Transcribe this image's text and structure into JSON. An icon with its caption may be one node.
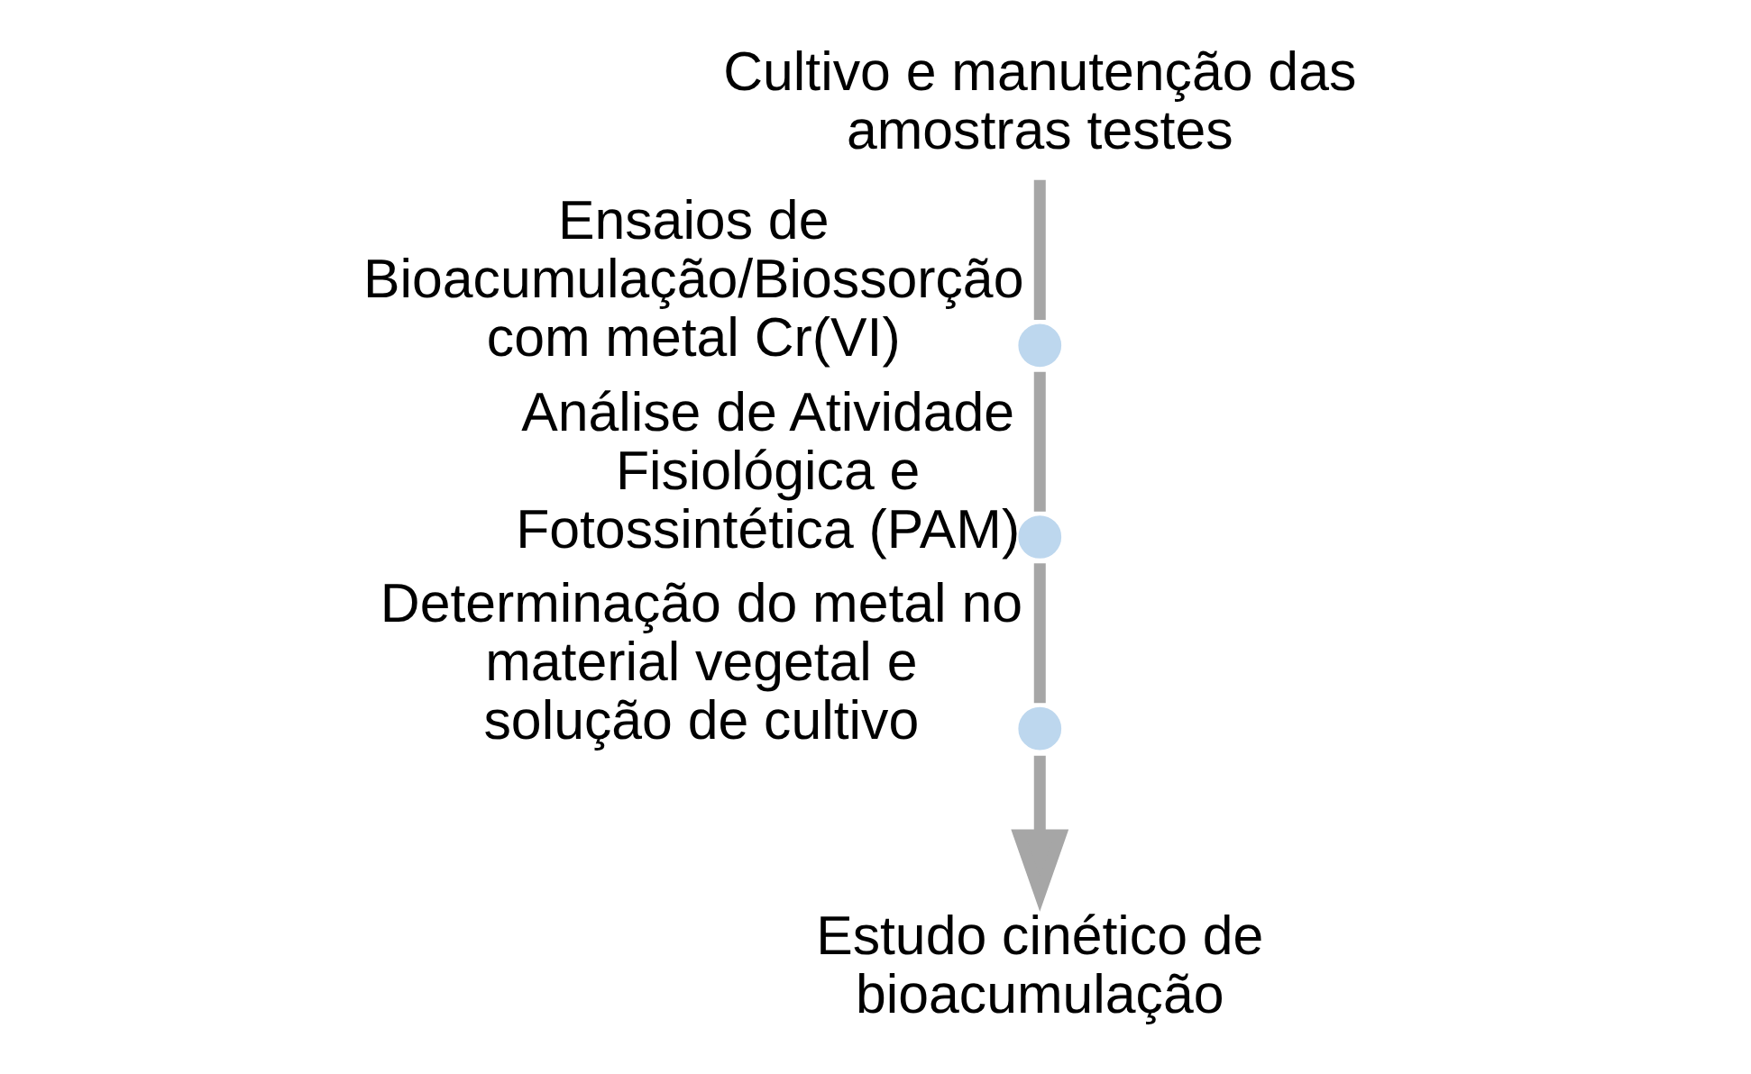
{
  "diagram": {
    "nodes": [
      {
        "text": [
          "Cultivo e manutenção das amostras testes"
        ]
      },
      {
        "text": [],
        "shape": "circle",
        "beside": [
          "Ensaios de Bioacumulação/Biossorção com metal Cr(VI)"
        ]
      },
      {
        "text": [],
        "shape": "circle",
        "beside": [
          "Análise de Atividade Fisiológica e Fotossintética (PAM)"
        ]
      },
      {
        "text": [],
        "shape": "circle",
        "beside": [
          "Determinação do metal no material vegetal e solução de cultivo"
        ]
      },
      {
        "text": [
          "Estudo cinético de bioacumulação"
        ]
      }
    ],
    "edges": [
      {
        "from": 0,
        "to": 1,
        "arrow": "none"
      },
      {
        "from": 1,
        "to": 2,
        "arrow": "none"
      },
      {
        "from": 2,
        "to": 3,
        "arrow": "none"
      },
      {
        "from": 3,
        "to": 4,
        "arrow": "to"
      }
    ]
  }
}
